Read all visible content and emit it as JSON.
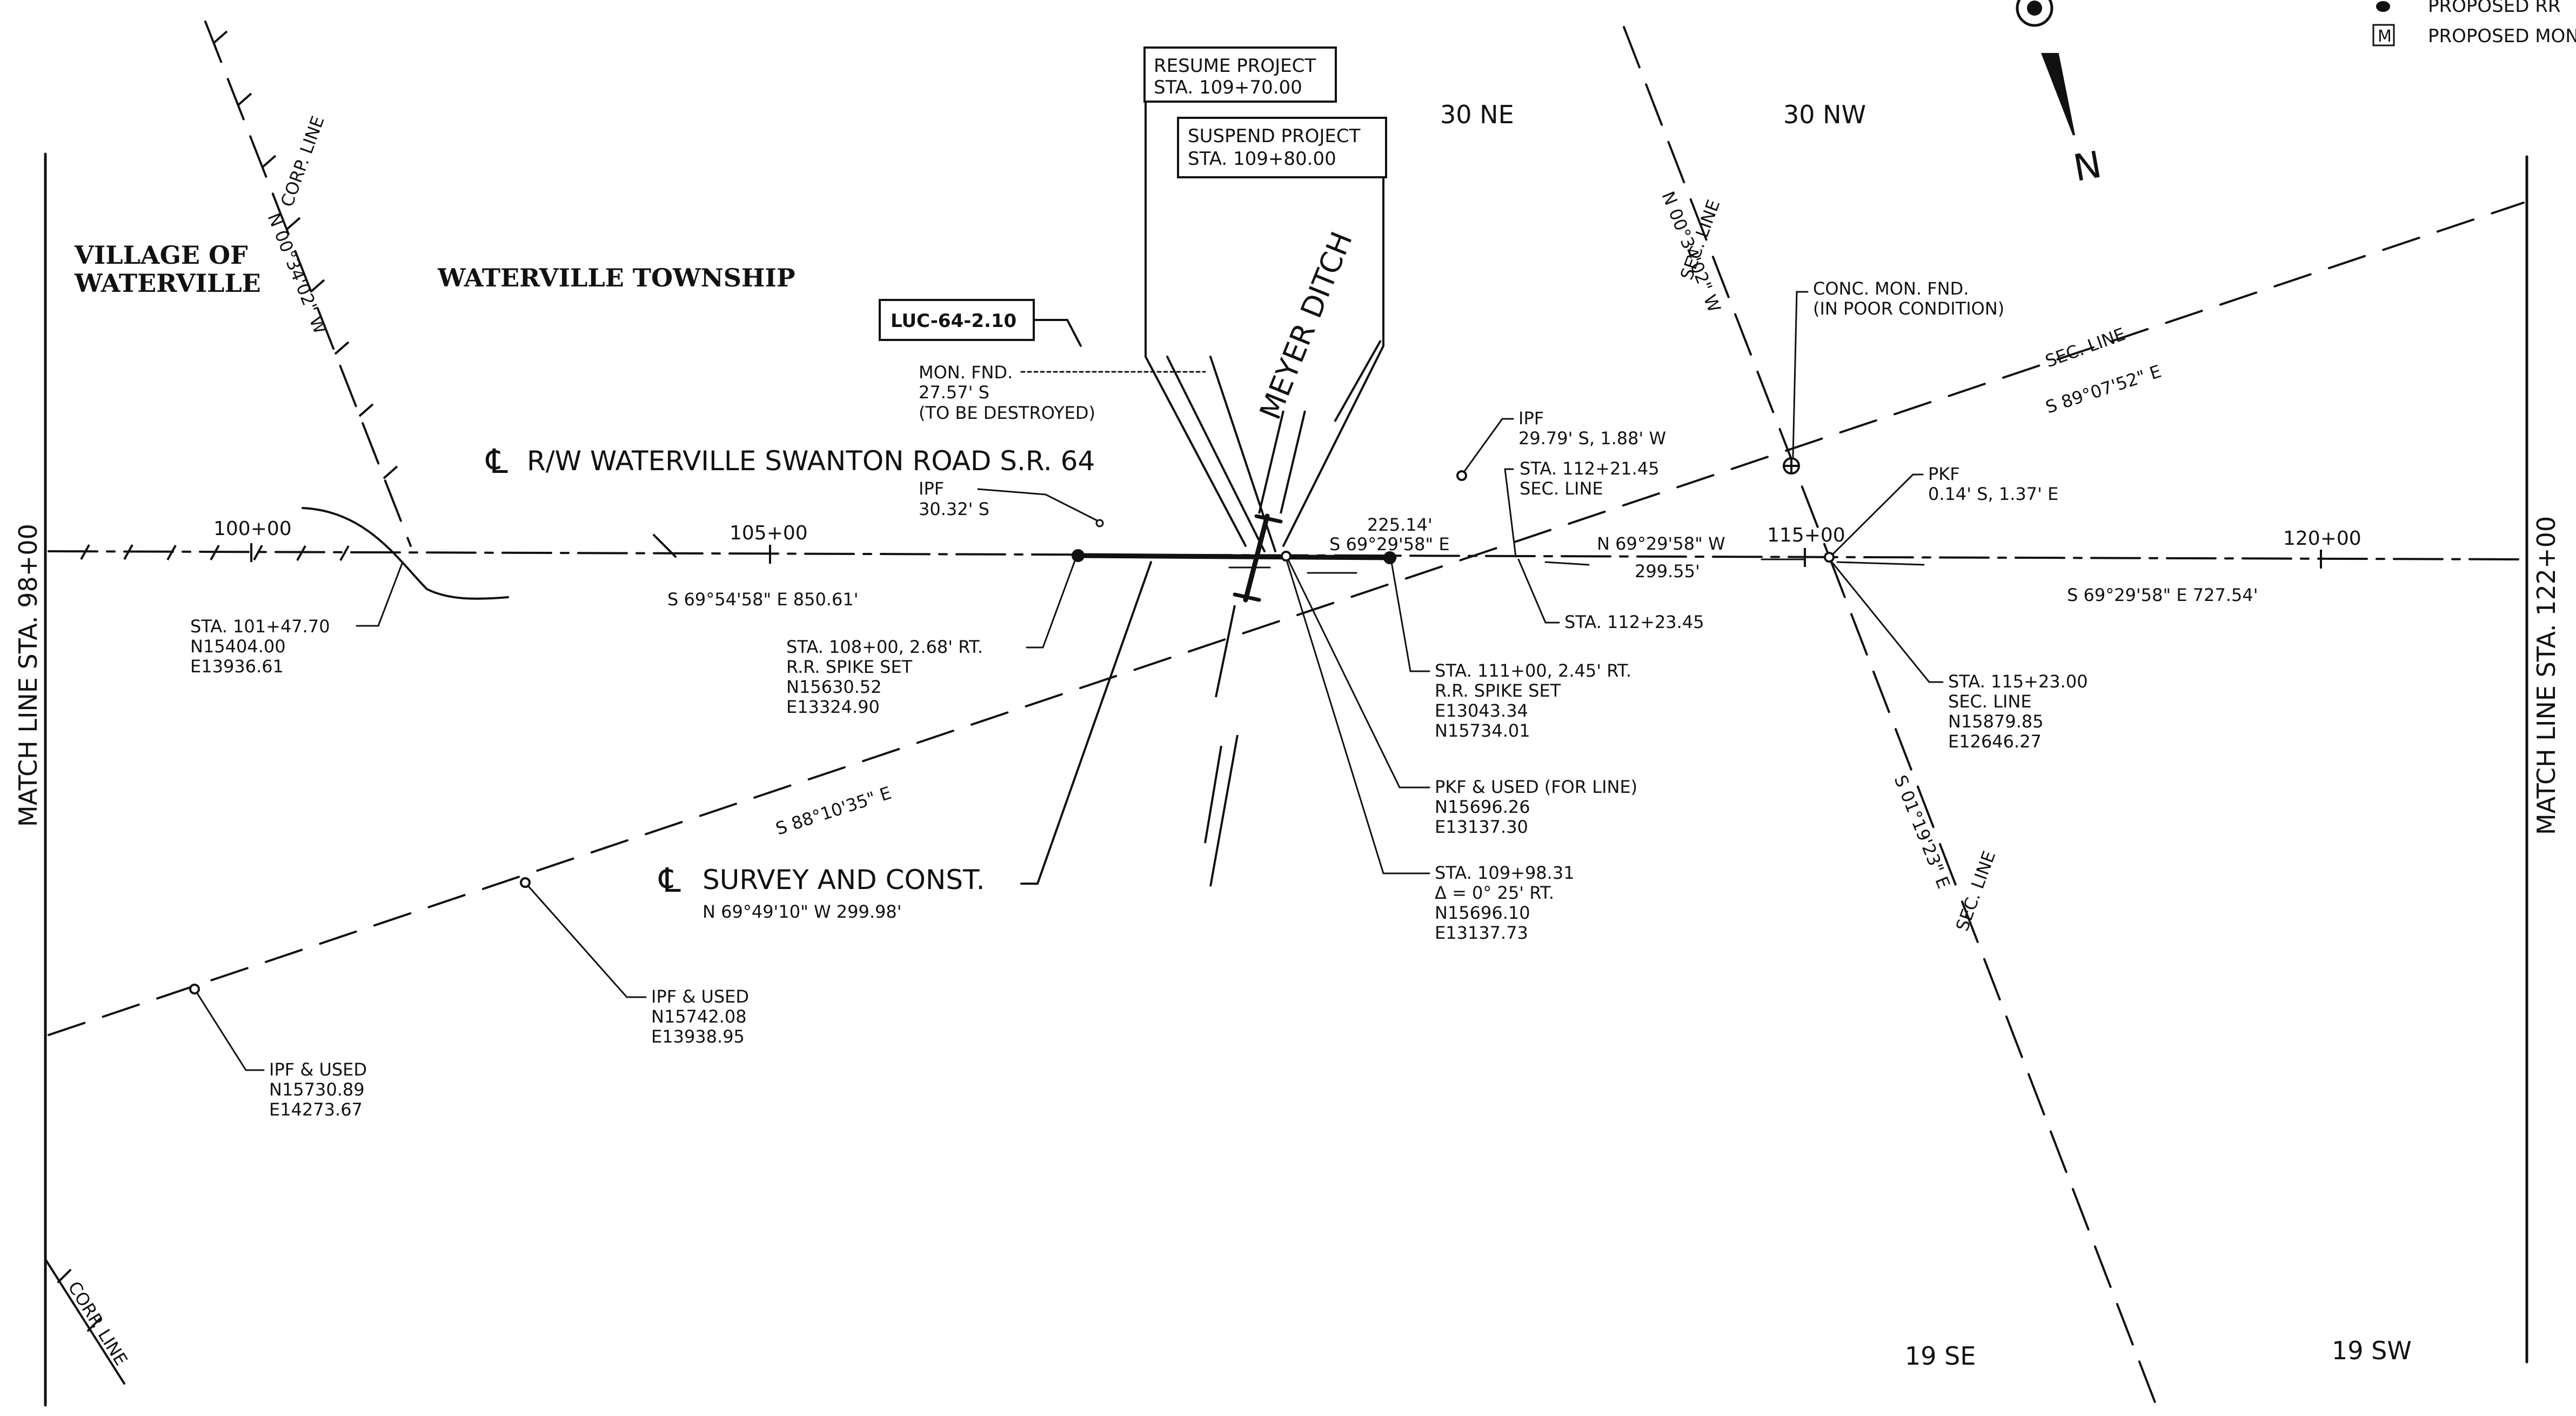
{
  "areas": {
    "village": [
      "VILLAGE OF",
      "WATERVILLE"
    ],
    "township": "WATERVILLE TOWNSHIP"
  },
  "project": {
    "resume": [
      "RESUME PROJECT",
      "STA. 109+70.00"
    ],
    "suspend": [
      "SUSPEND PROJECT",
      "STA. 109+80.00"
    ],
    "id": "LUC-64-2.10"
  },
  "legend": {
    "items": [
      {
        "symbol": "spike-icon",
        "label": "PROPOSED RR"
      },
      {
        "symbol": "monument-icon",
        "letter": "M",
        "label": "PROPOSED MON"
      }
    ],
    "north": "N"
  },
  "sections": {
    "ne": "30 NE",
    "nw": "30 NW",
    "se": "19 SE",
    "sw": "19 SW"
  },
  "ditch": "MEYER DITCH",
  "row_label": "R/W WATERVILLE SWANTON ROAD S.R. 64",
  "survey_label": "SURVEY AND CONST.",
  "match_left": "MATCH LINE STA. 98+00",
  "match_right": "MATCH LINE STA. 122+00",
  "stations": {
    "s100": "100+00",
    "s105": "105+00",
    "s115": "115+00",
    "s120": "120+00"
  },
  "bearings": {
    "corp_top": [
      "CORP. LINE",
      "N 00°34'02\" W"
    ],
    "corp_bottom": "CORP. LINE",
    "sec_top": [
      "SEC. LINE",
      "N 00°34'02\" W"
    ],
    "sec_bottom": [
      "SEC. LINE",
      "S 01°19'23\" E"
    ],
    "sec_right": [
      "SEC. LINE",
      "S 89°07'52\" E"
    ],
    "survey_mid": "S 88°10'35\" E",
    "survey_sub": "N 69°49'10\" W   299.98'",
    "row_left": "S 69°54'58\" E   850.61'",
    "row_mid_dist": "225.14'",
    "row_mid": "S 69°29'58\" E",
    "row_right": "N 69°29'58\" W",
    "row_right_dist": "299.55'",
    "row_far": "S 69°29'58\" E   727.54'"
  },
  "callouts": {
    "mon_fnd": [
      "MON. FND.",
      "27.57' S",
      "(TO BE DESTROYED)"
    ],
    "ipf_3032": [
      "IPF",
      "30.32' S"
    ],
    "sta_101": [
      "STA. 101+47.70",
      "N15404.00",
      "E13936.61"
    ],
    "sta_108": [
      "STA. 108+00, 2.68' RT.",
      "R.R. SPIKE SET",
      "N15630.52",
      "E13324.90"
    ],
    "ipf_used_1": [
      "IPF & USED",
      "N15742.08",
      "E13938.95"
    ],
    "ipf_used_2": [
      "IPF & USED",
      "N15730.89",
      "E14273.67"
    ],
    "ipf_2979": [
      "IPF",
      "29.79' S, 1.88' W"
    ],
    "sta_112a": [
      "STA. 112+21.45",
      "SEC. LINE"
    ],
    "sta_112b": "STA. 112+23.45",
    "sta_111": [
      "STA. 111+00, 2.45' RT.",
      "R.R. SPIKE SET",
      "E13043.34",
      "N15734.01"
    ],
    "pkf_used": [
      "PKF & USED (FOR LINE)",
      "N15696.26",
      "E13137.30"
    ],
    "sta_109": [
      "STA. 109+98.31",
      "Δ = 0° 25' RT.",
      "N15696.10",
      "E13137.73"
    ],
    "conc_mon": [
      "CONC. MON. FND.",
      "(IN POOR CONDITION)"
    ],
    "pkf": [
      "PKF",
      "0.14' S, 1.37' E"
    ],
    "sta_115": [
      "STA. 115+23.00",
      "SEC. LINE",
      "N15879.85",
      "E12646.27"
    ]
  }
}
